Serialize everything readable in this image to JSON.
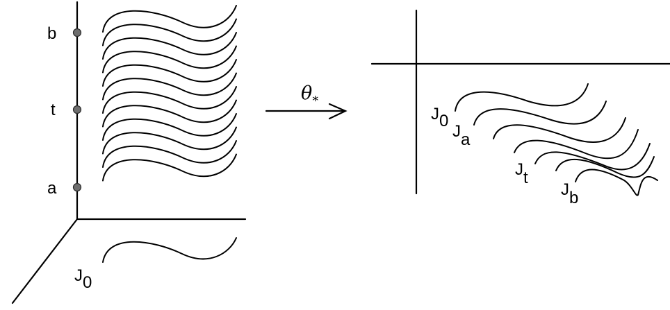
{
  "left_panel": {
    "point_labels": {
      "b": "b",
      "t": "t",
      "a": "a"
    },
    "base_curve_label": {
      "main": "J",
      "sub": "0"
    }
  },
  "arrow": {
    "symbol": "θ",
    "sub": "*"
  },
  "right_panel": {
    "curve_labels": [
      {
        "main": "J",
        "sub": "0"
      },
      {
        "main": "J",
        "sub": "a"
      },
      {
        "main": "J",
        "sub": "t"
      },
      {
        "main": "J",
        "sub": "b"
      }
    ]
  }
}
